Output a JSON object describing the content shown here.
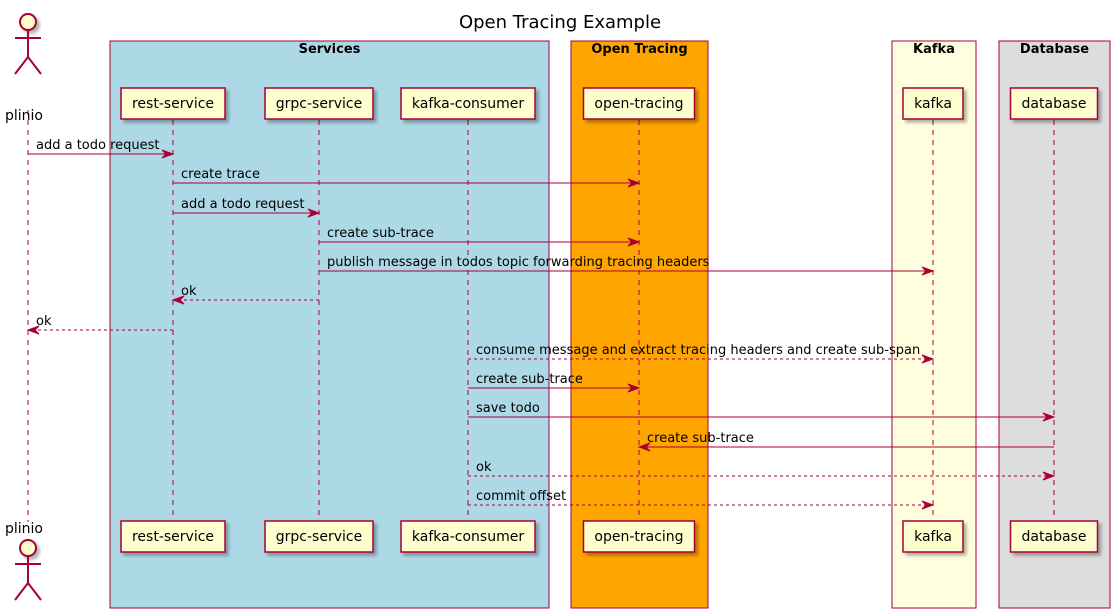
{
  "title": "Open Tracing Example",
  "colors": {
    "services_box": "#ADD8E6",
    "tracing_box": "#FFA500",
    "kafka_box": "#FFFFE0",
    "database_box": "#DDDDDD",
    "participant_fill": "#FEFECE",
    "participant_stroke": "#A80036",
    "arrow": "#A80036"
  },
  "boxes": [
    {
      "id": "services",
      "label": "Services"
    },
    {
      "id": "tracing",
      "label": "Open Tracing"
    },
    {
      "id": "kafka",
      "label": "Kafka"
    },
    {
      "id": "database",
      "label": "Database"
    }
  ],
  "actor": {
    "name": "plinio"
  },
  "participants": [
    {
      "id": "rest",
      "name": "rest-service"
    },
    {
      "id": "grpc",
      "name": "grpc-service"
    },
    {
      "id": "kcons",
      "name": "kafka-consumer"
    },
    {
      "id": "ot",
      "name": "open-tracing"
    },
    {
      "id": "kafka",
      "name": "kafka"
    },
    {
      "id": "db",
      "name": "database"
    }
  ],
  "messages": [
    {
      "from": "plinio",
      "to": "rest",
      "label": "add a todo request",
      "style": "solid"
    },
    {
      "from": "rest",
      "to": "ot",
      "label": "create trace",
      "style": "solid"
    },
    {
      "from": "rest",
      "to": "grpc",
      "label": "add a todo request",
      "style": "solid"
    },
    {
      "from": "grpc",
      "to": "ot",
      "label": "create sub-trace",
      "style": "solid"
    },
    {
      "from": "grpc",
      "to": "kafka",
      "label": "publish message in todos topic forwarding tracing headers",
      "style": "solid"
    },
    {
      "from": "grpc",
      "to": "rest",
      "label": "ok",
      "style": "dashed"
    },
    {
      "from": "rest",
      "to": "plinio",
      "label": "ok",
      "style": "dashed"
    },
    {
      "from": "kcons",
      "to": "kafka",
      "label": "consume message and extract tracing headers and create sub-span",
      "style": "dashed"
    },
    {
      "from": "kcons",
      "to": "ot",
      "label": "create sub-trace",
      "style": "solid"
    },
    {
      "from": "kcons",
      "to": "db",
      "label": "save todo",
      "style": "solid"
    },
    {
      "from": "db",
      "to": "ot",
      "label": "create sub-trace",
      "style": "solid"
    },
    {
      "from": "kcons",
      "to": "db",
      "label": "ok",
      "style": "dashed"
    },
    {
      "from": "kcons",
      "to": "kafka",
      "label": "commit offset",
      "style": "dashed"
    }
  ]
}
